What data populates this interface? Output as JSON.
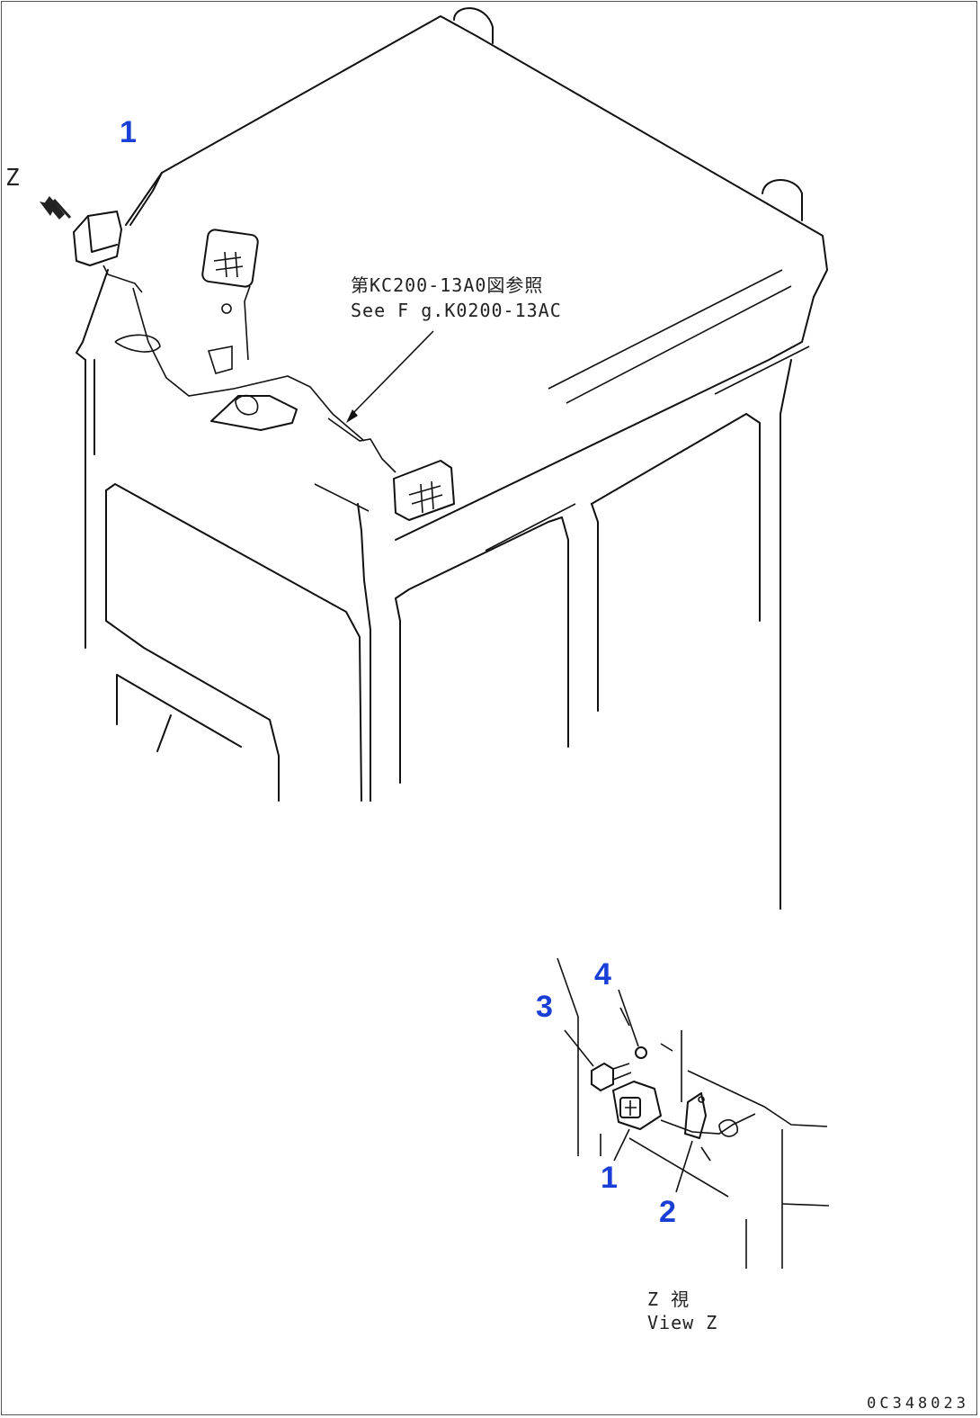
{
  "view_label": "Z",
  "callouts": {
    "main_1": "1",
    "detail_1": "1",
    "detail_2": "2",
    "detail_3": "3",
    "detail_4": "4"
  },
  "reference_note": {
    "jp": "第KC200-13A0図参照",
    "en": "See F g.K0200-13AC"
  },
  "detail_caption": {
    "jp": "Z 視",
    "en": "View Z"
  },
  "drawing_number": "0C348023"
}
